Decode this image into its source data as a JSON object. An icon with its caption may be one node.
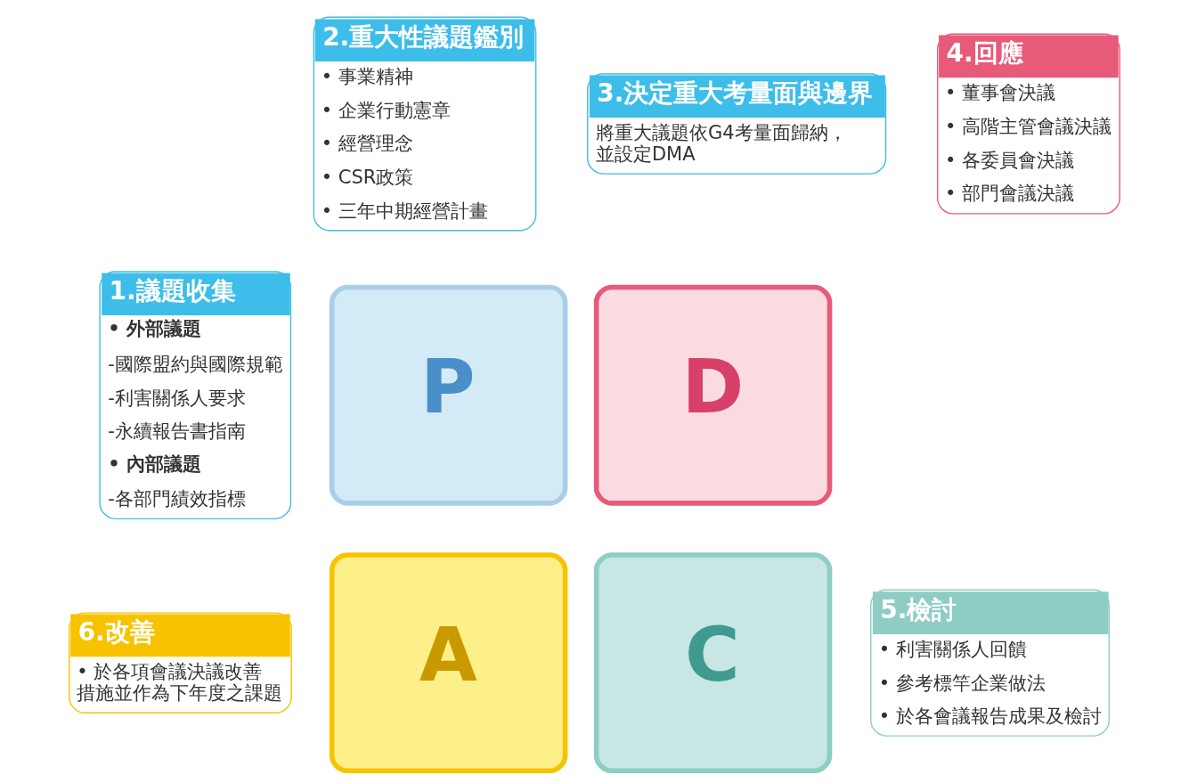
{
  "diagram": {
    "nodes": [
      {
        "text": [
          "1.議題收集",
          "• 外部議題",
          "-國際盟約與國際規範",
          "-利害關係人要求",
          "-永續報告書指南",
          "• 內部議題",
          "-各部門績效指標"
        ]
      },
      {
        "text": [
          "2.重大性議題鑑別",
          "• 事業精神",
          "• 企業行動憲章",
          "• 經營理念",
          "• CSR政策",
          "• 三年中期經營計畫"
        ]
      },
      {
        "text": [
          "3.決定重大考量面與邊界",
          "將重大議題依G4考量面歸納，並設定DMA"
        ]
      },
      {
        "text": [
          "4.回應",
          "• 董事會決議",
          "• 高階主管會議決議",
          "• 各委員會決議",
          "• 部門會議決議"
        ]
      },
      {
        "text": [
          "P"
        ]
      },
      {
        "text": [
          "D"
        ]
      },
      {
        "text": [
          "A"
        ]
      },
      {
        "text": [
          "C"
        ]
      },
      {
        "text": [
          "5.檢討",
          "• 利害關係人回饋",
          "• 參考標竿企業做法",
          "• 於各會議報告成果及檢討"
        ]
      },
      {
        "text": [
          "6.改善",
          "• 於各項會議決議改善措施並作為下年度之課題"
        ]
      }
    ],
    "edges": []
  }
}
